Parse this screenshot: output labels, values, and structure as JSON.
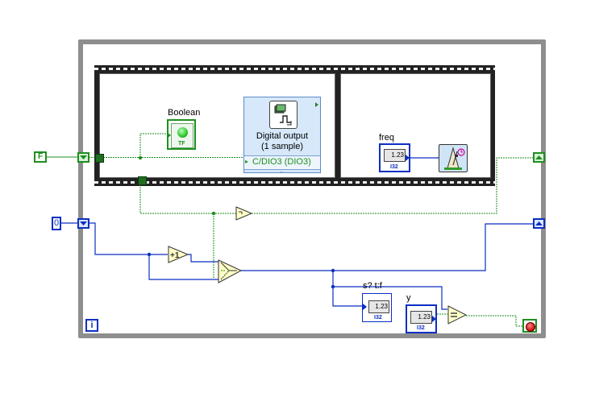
{
  "constants": {
    "false_const": "F",
    "zero_const": "0"
  },
  "labels": {
    "boolean": "Boolean",
    "freq": "freq",
    "sqtf": "s? t:f",
    "y": "y"
  },
  "daqmx_node": {
    "line1": "Digital output",
    "line2": "(1 sample)",
    "channel": "C/DIO3 (DIO3)"
  },
  "numeric": {
    "value": "1.23",
    "type": "I32"
  },
  "boolean_type": "TF",
  "loop": {
    "iteration": "i"
  },
  "colors": {
    "loop_border": "#8e8e8e",
    "bool_wire": "#1e8f1e",
    "numeric_wire": "#0a2fc2",
    "frame_dark": "#222222"
  }
}
